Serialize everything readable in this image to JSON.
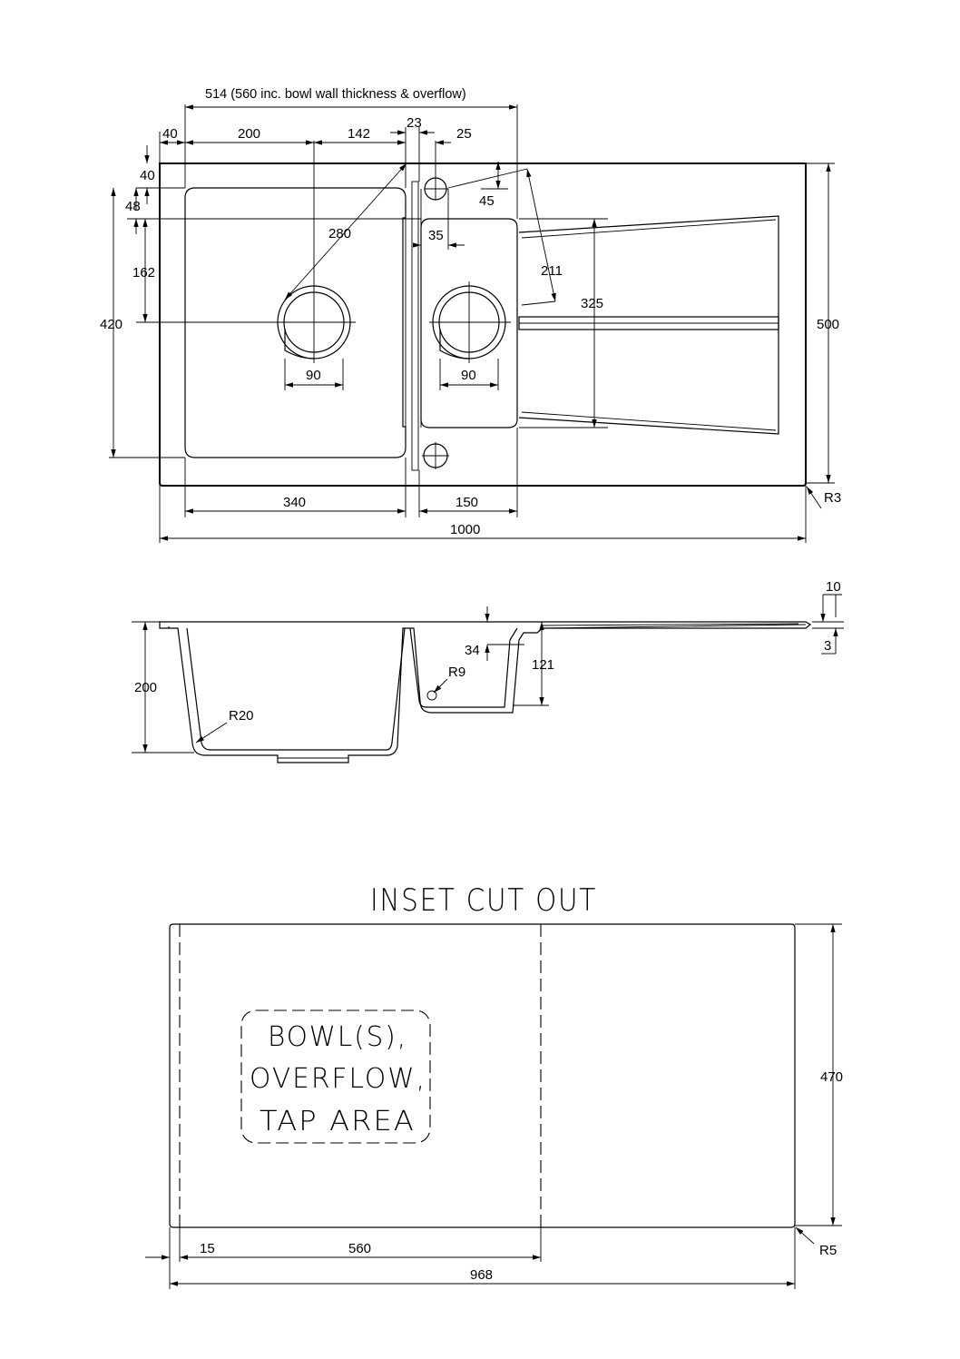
{
  "plan_view": {
    "overall_dim": "514 (560 inc. bowl wall thickness & overflow)",
    "dims": {
      "d40_left": "40",
      "d200": "200",
      "d142": "142",
      "d23": "23",
      "d25": "25",
      "d40_top": "40",
      "d48": "48",
      "d280": "280",
      "d45": "45",
      "d35": "35",
      "d162": "162",
      "d211": "211",
      "d325": "325",
      "d420": "420",
      "d500": "500",
      "d90_left": "90",
      "d90_right": "90",
      "d340": "340",
      "d150": "150",
      "d1000": "1000",
      "r3": "R3"
    }
  },
  "section_view": {
    "dims": {
      "d10": "10",
      "d3": "3",
      "d34": "34",
      "d121": "121",
      "r9": "R9",
      "d200": "200",
      "r20": "R20"
    }
  },
  "cutout_view": {
    "title": "INSET CUT OUT",
    "label_lines": [
      "BOWL(S),",
      "OVERFLOW,",
      "TAP AREA"
    ],
    "dims": {
      "d470": "470",
      "d15": "15",
      "d560": "560",
      "d968": "968",
      "r5": "R5"
    }
  },
  "colors": {
    "line": "#000000",
    "background": "#ffffff"
  }
}
